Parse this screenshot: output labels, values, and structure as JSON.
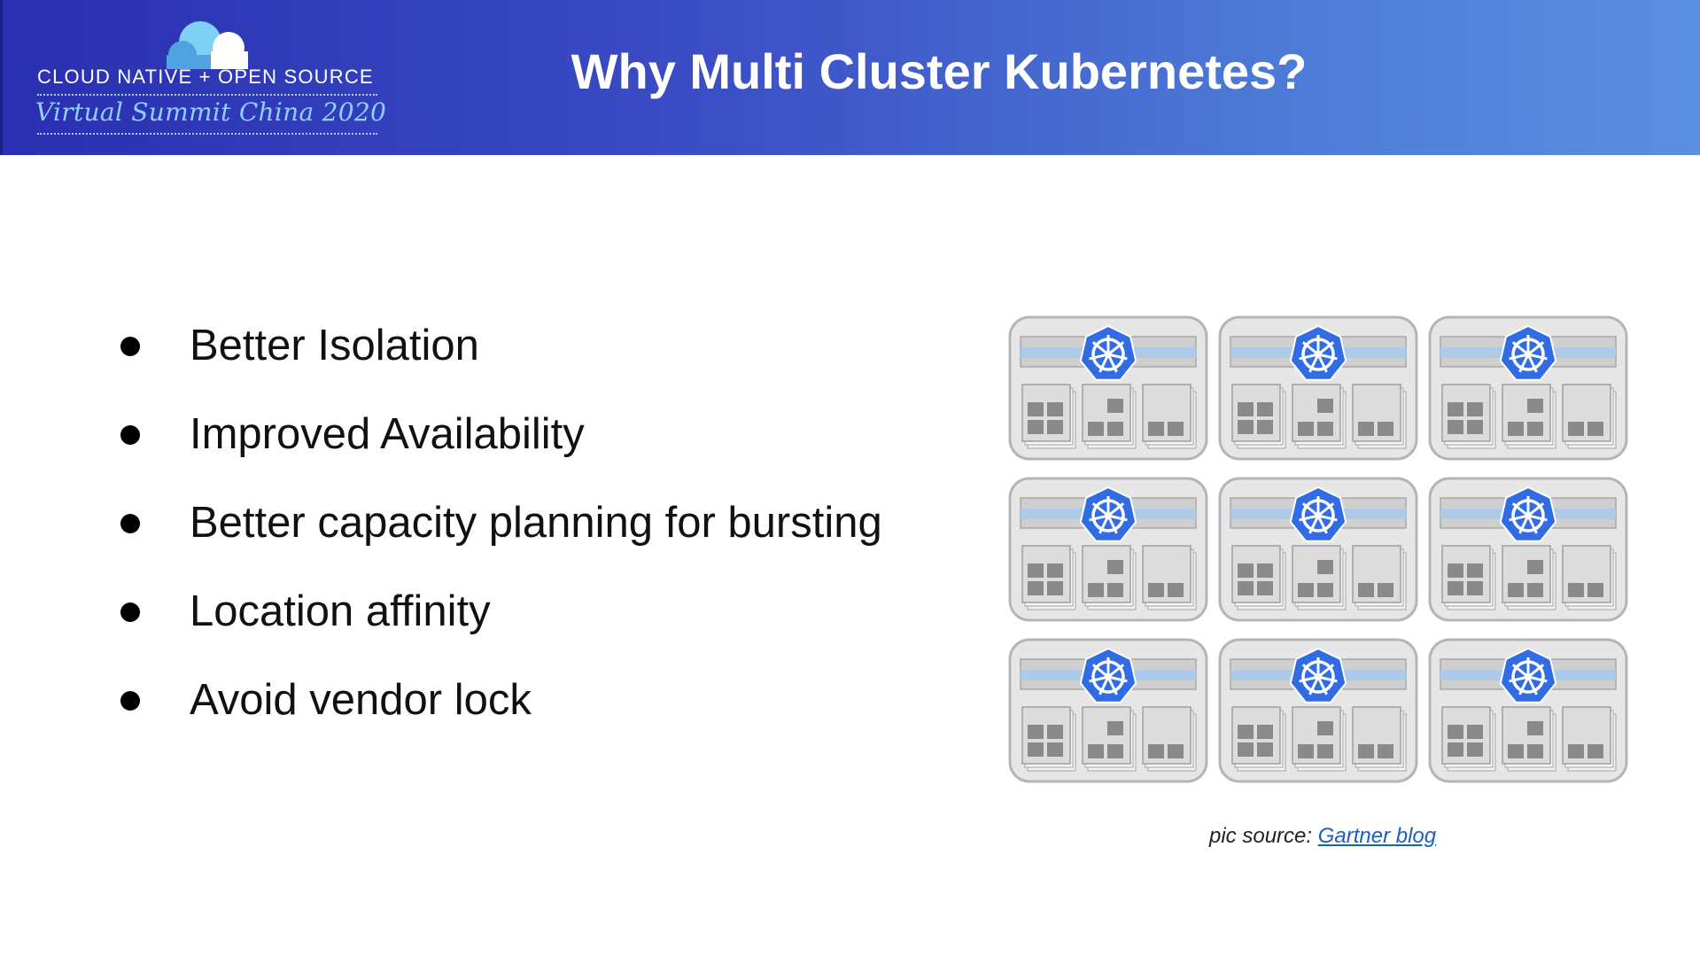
{
  "header": {
    "logo_line1": "CLOUD NATIVE + OPEN SOURCE",
    "logo_line2": "Virtual Summit China 2020",
    "title": "Why Multi Cluster Kubernetes?"
  },
  "bullets": [
    "Better Isolation",
    "Improved Availability",
    "Better capacity planning for bursting",
    "Location affinity",
    "Avoid vendor lock"
  ],
  "figure": {
    "rows": 3,
    "cols": 3,
    "icon": "kubernetes-wheel-icon"
  },
  "caption": {
    "prefix": "pic source: ",
    "link_text": "Gartner blog"
  },
  "colors": {
    "header_start": "#2a2fb1",
    "header_end": "#5b8fe0",
    "k8s_blue": "#326ce5",
    "link": "#1a5fc2"
  }
}
